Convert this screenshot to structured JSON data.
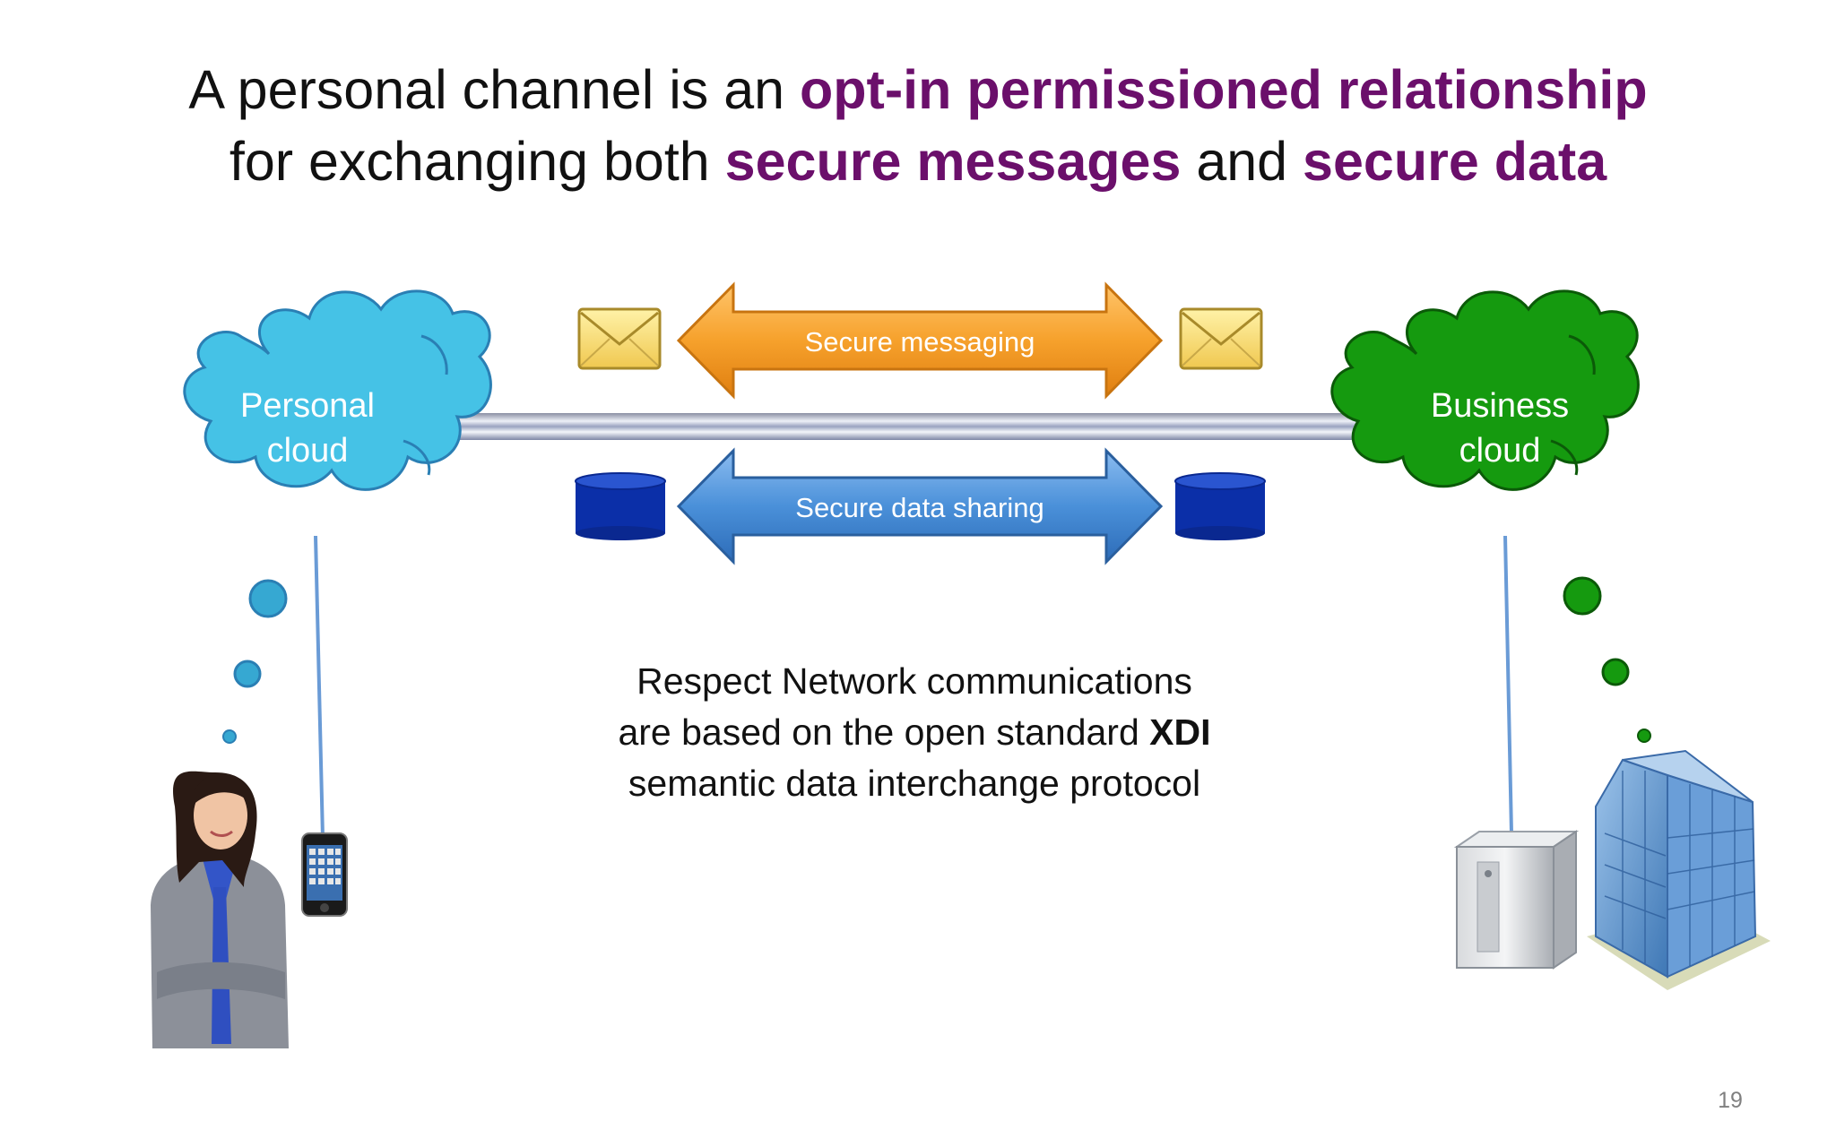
{
  "title": {
    "line1_plain": "A personal channel is an ",
    "line1_highlight": "opt-in permissioned relationship",
    "line2_plain_1": "for exchanging both ",
    "line2_highlight_1": "secure messages",
    "line2_plain_2": " and ",
    "line2_highlight_2": "secure data"
  },
  "diagram": {
    "personal_cloud": {
      "line1": "Personal",
      "line2": "cloud",
      "color": "#45c2e6"
    },
    "business_cloud": {
      "line1": "Business",
      "line2": "cloud",
      "color": "#159a0f"
    },
    "secure_messaging": {
      "label": "Secure messaging",
      "color": "#f6a12c"
    },
    "secure_data": {
      "label": "Secure data sharing",
      "color": "#4a90d9"
    }
  },
  "body": {
    "line1": "Respect Network communications",
    "line2_plain": "are based on the open standard ",
    "line2_bold": "XDI",
    "line3": "semantic data interchange protocol"
  },
  "page_number": "19",
  "colors": {
    "highlight": "#6b0f6b",
    "database": "#0b2fa8",
    "envelope": "#f5d76e"
  },
  "icons": {
    "person": "woman-icon",
    "phone": "smartphone-icon",
    "server": "server-icon",
    "building": "office-building-icon",
    "envelope": "envelope-icon",
    "database": "database-icon"
  }
}
